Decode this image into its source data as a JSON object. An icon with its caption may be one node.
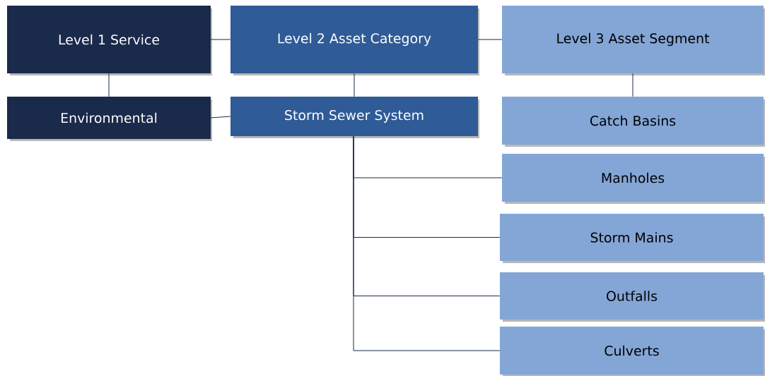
{
  "diagram": {
    "nodes": [
      {
        "text": [
          "Level 1 Service"
        ]
      },
      {
        "text": [
          "Level 2 Asset Category"
        ]
      },
      {
        "text": [
          "Level 3 Asset Segment"
        ]
      },
      {
        "text": [
          "Environmental"
        ]
      },
      {
        "text": [
          "Storm Sewer System"
        ]
      },
      {
        "text": [
          "Catch Basins"
        ]
      },
      {
        "text": [
          "Manholes"
        ]
      },
      {
        "text": [
          "Storm Mains"
        ]
      },
      {
        "text": [
          "Outfalls"
        ]
      },
      {
        "text": [
          "Culverts"
        ]
      }
    ],
    "edges": [
      {
        "from": 0,
        "to": 1,
        "arrow": "none"
      },
      {
        "from": 1,
        "to": 2,
        "arrow": "none"
      },
      {
        "from": 0,
        "to": 3,
        "arrow": "none"
      },
      {
        "from": 1,
        "to": 4,
        "arrow": "none"
      },
      {
        "from": 2,
        "to": 5,
        "arrow": "none"
      },
      {
        "from": 3,
        "to": 4,
        "arrow": "none"
      },
      {
        "from": 4,
        "to": 6,
        "arrow": "none"
      },
      {
        "from": 4,
        "to": 7,
        "arrow": "none"
      },
      {
        "from": 4,
        "to": 8,
        "arrow": "none"
      },
      {
        "from": 4,
        "to": 9,
        "arrow": "none"
      }
    ]
  }
}
